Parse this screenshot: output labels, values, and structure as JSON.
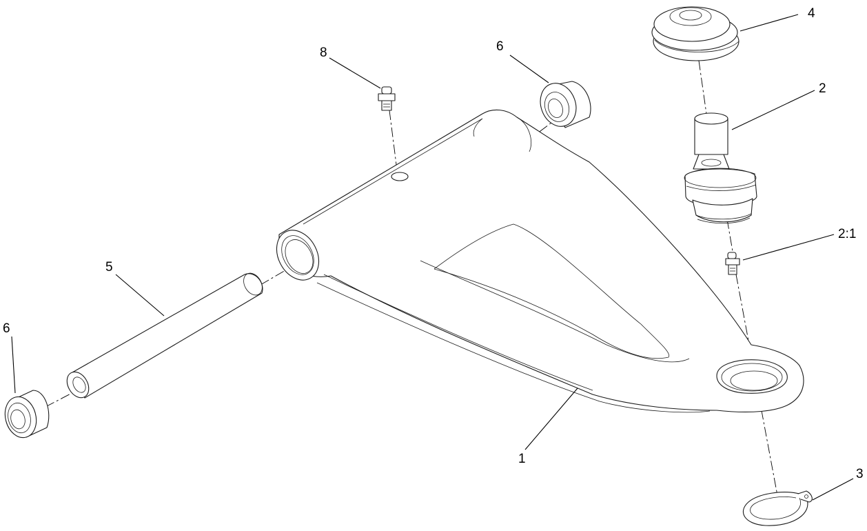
{
  "callouts": {
    "c1": "1",
    "c2": "2",
    "c2_1": "2:1",
    "c3": "3",
    "c4": "4",
    "c5": "5",
    "c6_left": "6",
    "c6_top": "6",
    "c8": "8"
  }
}
